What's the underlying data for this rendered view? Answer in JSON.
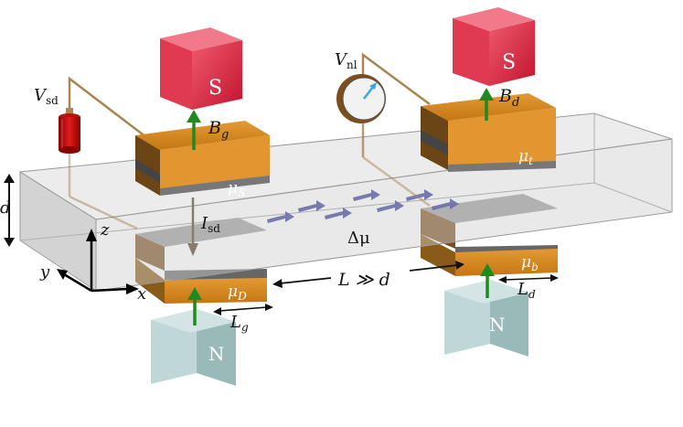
{
  "labels": {
    "v_sd_main": "V",
    "v_sd_sub": "sd",
    "v_nl_main": "V",
    "v_nl_sub": "nl",
    "b_g_main": "B",
    "b_g_sub": "g",
    "b_d_main": "B",
    "b_d_sub": "d",
    "d_left": "d",
    "i_sd_main": "I",
    "i_sd_sub": "sd",
    "delta_mu": "Δμ",
    "mu_s_main": "μ",
    "mu_s_sub": "S",
    "mu_d_main": "μ",
    "mu_d_sub": "D",
    "mu_t_main": "μ",
    "mu_t_sub": "t",
    "mu_b_main": "μ",
    "mu_b_sub": "b",
    "l_g_main": "L",
    "l_g_sub": "g",
    "l_d_main": "L",
    "l_d_sub": "d",
    "l_relation": "L ≫ d",
    "axis_x": "x",
    "axis_y": "y",
    "axis_z": "z"
  },
  "magnets": {
    "left_top": "S",
    "right_top": "S",
    "left_bottom": "N",
    "right_bottom": "N"
  },
  "colors": {
    "magnet_south": "#d8223c",
    "magnet_north": "#9cc0c0",
    "contact": "#d88a24",
    "slab": "#c9c9c9",
    "field_arrow": "#1f8a1f",
    "spin_arrow": "#6a6ea8",
    "wire": "#a98554",
    "source": "#cc1111"
  },
  "icons": {
    "voltage_source": "battery-icon",
    "voltmeter": "voltmeter-icon"
  }
}
